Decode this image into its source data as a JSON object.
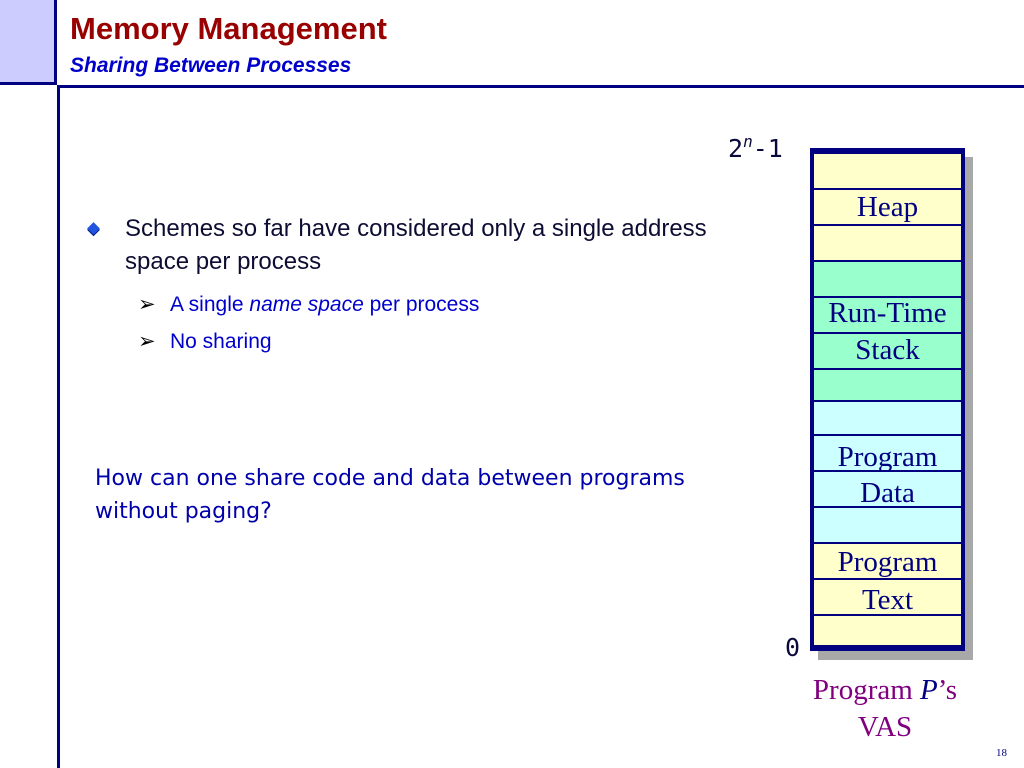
{
  "slide": {
    "title": "Memory Management",
    "subtitle": "Sharing Between Processes",
    "page_number": "18"
  },
  "bullets": {
    "main": "Schemes so far have considered only a single address space per process",
    "sub": [
      {
        "before": "A single ",
        "emphasis": "name space",
        "after": " per process"
      },
      {
        "before": "No sharing",
        "emphasis": "",
        "after": ""
      }
    ]
  },
  "question": "How can one share code and data between programs without paging?",
  "diagram": {
    "top_address": {
      "base": "2",
      "exp": "n",
      "rest": "-1"
    },
    "bottom_address": "0",
    "segments": [
      {
        "label": "Heap"
      },
      {
        "label": "Run-Time"
      },
      {
        "label": "Stack"
      },
      {
        "label": "Program"
      },
      {
        "label": "Data"
      },
      {
        "label": "Program"
      },
      {
        "label": "Text"
      }
    ],
    "caption": {
      "prefix": "Program ",
      "var": "P",
      "suffix": "’s",
      "line2": "VAS"
    },
    "colors": {
      "heap": "#ffffcc",
      "stack": "#99ffcc",
      "data": "#ccffff",
      "border": "#000080"
    }
  }
}
